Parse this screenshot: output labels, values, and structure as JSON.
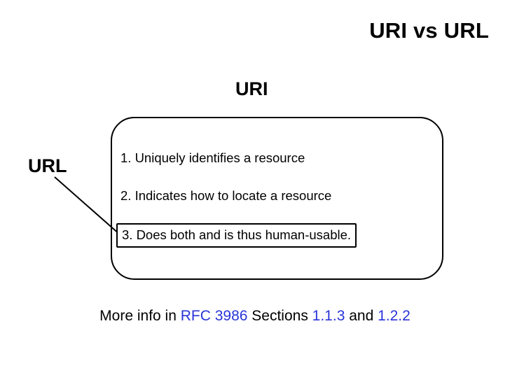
{
  "slide": {
    "title": "URI vs URL",
    "uri_label": "URI",
    "url_label": "URL",
    "items": [
      "1. Uniquely identifies a resource",
      "2. Indicates how to locate a resource",
      "3. Does both and is thus human-usable."
    ],
    "footer": {
      "prefix": "More info in ",
      "link_rfc": "RFC 3986",
      "middle": " Sections ",
      "link_section_1": "1.1.3",
      "conjunction": " and ",
      "link_section_2": "1.2.2"
    },
    "colors": {
      "link": "#2a34d8",
      "outline": "#000000",
      "background": "#ffffff"
    }
  }
}
